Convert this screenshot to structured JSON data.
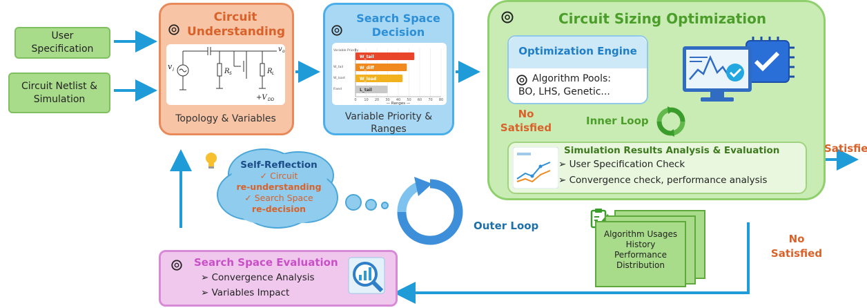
{
  "inputs": {
    "user_spec": "User Specification",
    "netlist": "Circuit Netlist & Simulation"
  },
  "circuit_understanding": {
    "title": "Circuit Understanding",
    "caption": "Topology & Variables",
    "schematic_labels": {
      "vi": "v",
      "vo": "v",
      "rs": "R",
      "rl": "R",
      "vdd": "+V"
    }
  },
  "search_space_decision": {
    "title": "Search Space Decision",
    "caption": "Variable Priority & Ranges",
    "chart_data": {
      "type": "bar",
      "categories": [
        "W_tail",
        "W_diff",
        "W_load",
        "L_tail"
      ],
      "values": [
        55,
        48,
        44,
        30
      ],
      "ylabel": "Variable Priority",
      "xlabel": "Ranges",
      "y_tick_labels": [
        "Variable Priority",
        "W_tail",
        "W_load",
        "Fixed"
      ],
      "x_ticks": [
        0,
        10,
        20,
        30,
        40,
        50,
        60,
        70,
        80
      ],
      "xlim": [
        0,
        80
      ],
      "colors": [
        "#e8452a",
        "#f08a1f",
        "#f2b21f",
        "#c8c8c8"
      ]
    }
  },
  "optimization": {
    "title": "Circuit Sizing Optimization",
    "engine_title": "Optimization Engine",
    "algo_pools_label": "Algorithm Pools:",
    "algo_list": "BO, LHS, Genetic...",
    "inner_loop": "Inner Loop",
    "no_satisfied_inner": "No Satisfied",
    "analysis_title": "Simulation Results Analysis & Evaluation",
    "analysis_bullets": [
      "User Specification Check",
      "Convergence check, performance analysis"
    ]
  },
  "satisfied_label": "Satisfied",
  "no_satisfied_outer": "No Satisfied",
  "history_doc": [
    "Algorithm Usages",
    "History",
    "Performance",
    "Distribution"
  ],
  "self_reflection": {
    "title": "Self-Reflection",
    "item1_a": "Circuit",
    "item1_b": "re-understanding",
    "item2_a": "Search Space",
    "item2_b": "re-decision",
    "check": "✓"
  },
  "outer_loop": "Outer Loop",
  "search_space_eval": {
    "title": "Search Space Evaluation",
    "bullets": [
      "Convergence Analysis",
      "Variables Impact"
    ]
  },
  "colors": {
    "arrow": "#1f9bd7",
    "green_arrow": "#8fd87a",
    "orange_text": "#d9622a",
    "green_text": "#4c9e2a"
  }
}
